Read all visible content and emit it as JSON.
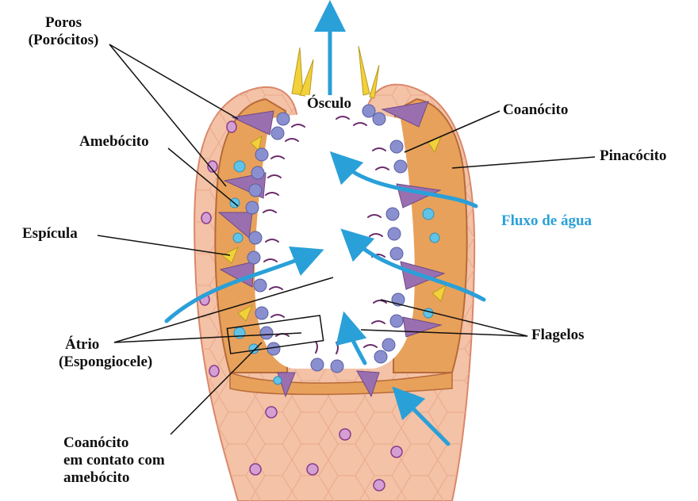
{
  "labels": {
    "poros": "Poros",
    "porocitos": "(Porócitos)",
    "amebocito": "Amebócito",
    "espicula": "Espícula",
    "atrio": "Átrio",
    "espongiocele": "(Espongiocele)",
    "coanocito_contato_l1": "Coanócito",
    "coanocito_contato_l2": "em contato com",
    "coanocito_contato_l3": "amebócito",
    "osculo": "Ósculo",
    "coanocito": "Coanócito",
    "pinacocito": "Pinacócito",
    "fluxo": "Fluxo de água",
    "flagelos": "Flagelos"
  },
  "colors": {
    "skin": "#f2b89a",
    "skin_dark": "#d9876a",
    "mesohyl": "#e8a15a",
    "pore_cell": "#9a6fb0",
    "choanocyte": "#8a8fd0",
    "flagellum": "#6a2a6a",
    "water_arrow": "#2aa0d8",
    "spicule": "#f2d03a",
    "amoebocyte": "#5fc4e8"
  }
}
